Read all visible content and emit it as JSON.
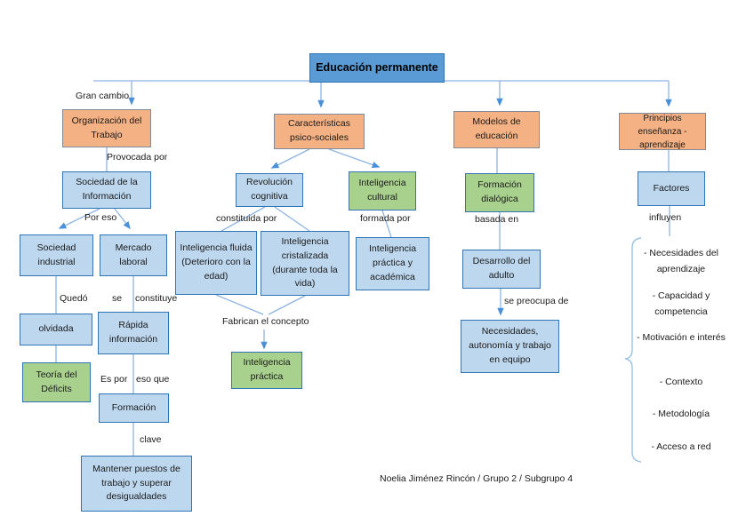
{
  "title": "Educación permanente",
  "colors": {
    "header_fill": "#5B9BD5",
    "header_border": "#2E75B6",
    "orange_fill": "#F4B183",
    "orange_border": "#7F8B99",
    "blue_fill": "#BDD7EE",
    "blue_border": "#2E75B6",
    "green_fill": "#A9D18E",
    "line": "#8DB4E2",
    "arrowhead": "#4A90D9"
  },
  "nodes": {
    "educacion": "Educación permanente",
    "org_trabajo": "Organización del Trabajo",
    "caracteristicas": "Características psico-sociales",
    "modelos": "Modelos de educación",
    "principios": "Principios enseñanza - aprendizaje",
    "sociedad_info": "Sociedad de la Información",
    "sociedad_industrial": "Sociedad industrial",
    "mercado_laboral": "Mercado laboral",
    "olvidada": "olvidada",
    "rapida_info": "Rápida información",
    "teoria_deficits": "Teoría del Déficits",
    "formacion": "Formación",
    "mantener": "Mantener puestos de trabajo y superar desigualdades",
    "revolucion": "Revolución cognitiva",
    "intel_cultural": "Inteligencia cultural",
    "intel_fluida": "Inteligencia fluida (Deterioro con la edad)",
    "intel_cristalizada": "Inteligencia cristalizada (durante toda la vida)",
    "intel_practica_academica": "Inteligencia práctica y académica",
    "intel_practica": "Inteligencia práctica",
    "formacion_dialogica": "Formación dialógica",
    "desarrollo_adulto": "Desarrollo del adulto",
    "necesidades_equipo": "Necesidades, autonomía y trabajo en equipo",
    "factores": "Factores"
  },
  "labels": {
    "gran_cambio": "Gran cambio",
    "provocada_por": "Provocada por",
    "por_eso": "Por eso",
    "quedo": "Quedó",
    "se": "se",
    "constituye": "constituye",
    "es_por": "Es por",
    "eso_que": "eso que",
    "clave": "clave",
    "constituida_por": "constituida  por",
    "formada_por": "formada por",
    "fabrican": "Fabrican el concepto",
    "basada_en": "basada en",
    "se_preocupa": "se preocupa de",
    "influyen": "influyen"
  },
  "right_list": {
    "items": [
      "- Necesidades del aprendizaje",
      "- Capacidad y competencia",
      "- Motivación e interés",
      "- Contexto",
      "- Metodología",
      "- Acceso a red"
    ]
  },
  "attribution": "Noelia Jiménez Rincón / Grupo 2 / Subgrupo 4"
}
